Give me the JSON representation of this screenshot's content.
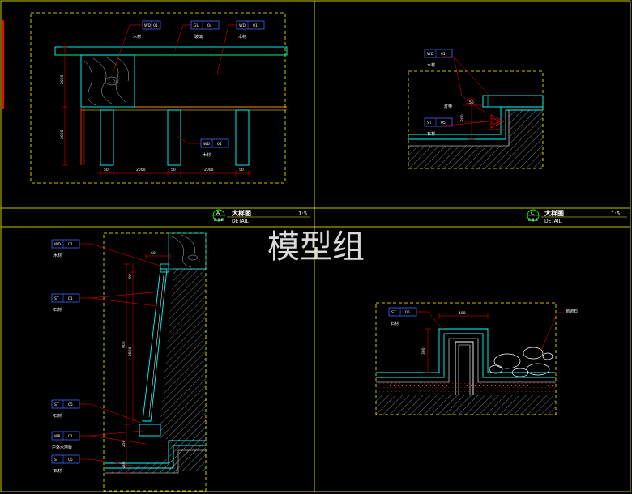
{
  "watermark": "模型组",
  "colors": {
    "frame": "#ffff00",
    "leader": "#ff0000",
    "outline": "#00ffff",
    "tag_box": "#0000ff",
    "text": "#ffffff"
  },
  "panels": [
    {
      "id": "A",
      "title": "大样图",
      "subtitle": "DETAIL",
      "scale": "1:5",
      "marker_letter": "A",
      "marker_ref": "E-8-B",
      "tags": [
        {
          "code": "WD",
          "num": "01",
          "material": "木材"
        },
        {
          "code": "GL",
          "num": "04",
          "material": "玻璃"
        },
        {
          "code": "WD",
          "num": "01",
          "material": "木材"
        },
        {
          "code": "WD",
          "num": "01",
          "material": "木材"
        }
      ],
      "dims": [
        "2000",
        "2000",
        "50",
        "2000",
        "50",
        "2000",
        "50"
      ]
    },
    {
      "id": "B",
      "title": "",
      "subtitle": "",
      "scale": "",
      "marker_letter": "",
      "marker_ref": "",
      "tags": [
        {
          "code": "WD",
          "num": "01",
          "material": "木材"
        },
        {
          "code": "ST",
          "num": "01",
          "material": "石材"
        },
        {
          "code": "ST",
          "num": "05",
          "material": "石材"
        },
        {
          "code": "WP",
          "num": "01",
          "material": "户外木地板"
        },
        {
          "code": "ST",
          "num": "05",
          "material": "石材"
        }
      ],
      "dims": [
        "60",
        "90",
        "2800",
        "900",
        "250",
        "200"
      ]
    },
    {
      "id": "C",
      "title": "大样图",
      "subtitle": "DETAIL",
      "scale": "1:5",
      "marker_letter": "C",
      "marker_ref": "E-8-B",
      "tags": [
        {
          "code": "WD",
          "num": "01",
          "material": "木材"
        },
        {
          "code": "ST",
          "num": "05",
          "material": "石材"
        }
      ],
      "notes": [
        "灯带"
      ],
      "dims": [
        "200",
        "150"
      ]
    },
    {
      "id": "D",
      "title": "",
      "subtitle": "",
      "scale": "",
      "tags": [
        {
          "code": "ST",
          "num": "05",
          "material": "石材"
        }
      ],
      "notes": [
        "鹅卵石"
      ],
      "dims": [
        "100",
        "300"
      ]
    }
  ]
}
